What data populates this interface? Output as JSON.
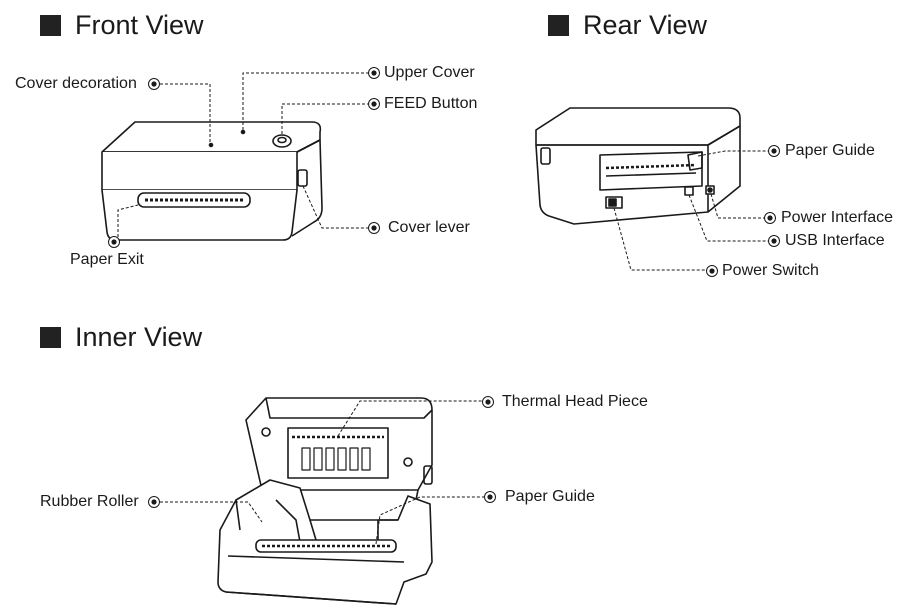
{
  "sections": {
    "front": {
      "title": "Front View",
      "labels": {
        "cover_decoration": "Cover decoration",
        "upper_cover": "Upper Cover",
        "feed_button": "FEED Button",
        "cover_lever": "Cover lever",
        "paper_exit": "Paper Exit"
      }
    },
    "rear": {
      "title": "Rear View",
      "labels": {
        "paper_guide": "Paper Guide",
        "power_interface": "Power Interface",
        "usb_interface": "USB Interface",
        "power_switch": "Power Switch"
      }
    },
    "inner": {
      "title": "Inner View",
      "labels": {
        "thermal_head_piece": "Thermal Head Piece",
        "rubber_roller": "Rubber Roller",
        "paper_guide": "Paper Guide"
      }
    }
  },
  "marker_icon": "target-dot-icon",
  "colors": {
    "ink": "#1a1a1a",
    "title_square": "#222222"
  }
}
